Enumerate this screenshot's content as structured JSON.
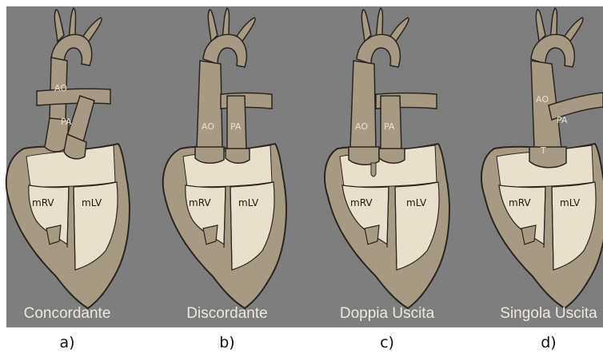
{
  "colors": {
    "background": "#7e7e7e",
    "heart_fill": "#a79a85",
    "vessel_fill": "#a79a85",
    "atrium_fill": "#e8e0cc",
    "outline": "#2a2520",
    "caption_text": "#ece7df"
  },
  "panels": [
    {
      "id": "a",
      "caption": "Concordante",
      "panel_label": "a)",
      "labels": {
        "ao": "AO",
        "pa": "PA",
        "mrv": "mRV",
        "mlv": "mLV"
      }
    },
    {
      "id": "b",
      "caption": "Discordante",
      "panel_label": "b)",
      "labels": {
        "ao": "AO",
        "pa": "PA",
        "mrv": "mRV",
        "mlv": "mLV"
      }
    },
    {
      "id": "c",
      "caption": "Doppia Uscita",
      "panel_label": "c)",
      "labels": {
        "ao": "AO",
        "pa": "PA",
        "mrv": "mRV",
        "mlv": "mLV"
      }
    },
    {
      "id": "d",
      "caption": "Singola Uscita",
      "panel_label": "d)",
      "labels": {
        "ao": "AO",
        "pa": "PA",
        "t": "T",
        "mrv": "mRV",
        "mlv": "mLV"
      }
    }
  ]
}
